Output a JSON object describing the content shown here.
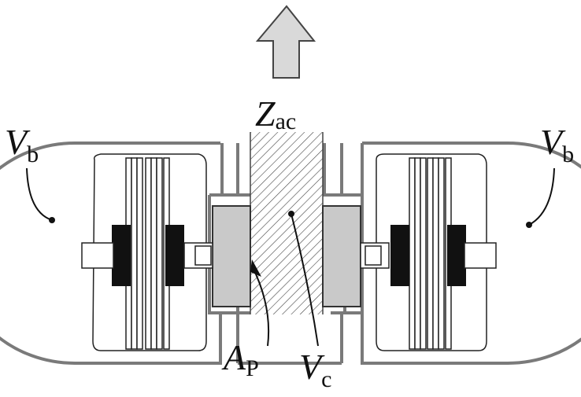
{
  "labels": {
    "vb_left": {
      "main": "V",
      "sub": "b"
    },
    "vb_right": {
      "main": "V",
      "sub": "b"
    },
    "zac": {
      "main": "Z",
      "sub": "ac"
    },
    "ap": {
      "main": "A",
      "sub": "P"
    },
    "vc": {
      "main": "V",
      "sub": "c"
    }
  },
  "colors": {
    "enclosure": "#7a7a7a",
    "arrow": "#d9d9d9",
    "port_block": "#c9c9c9",
    "magnet": "#111111",
    "hatch": "#444444"
  }
}
